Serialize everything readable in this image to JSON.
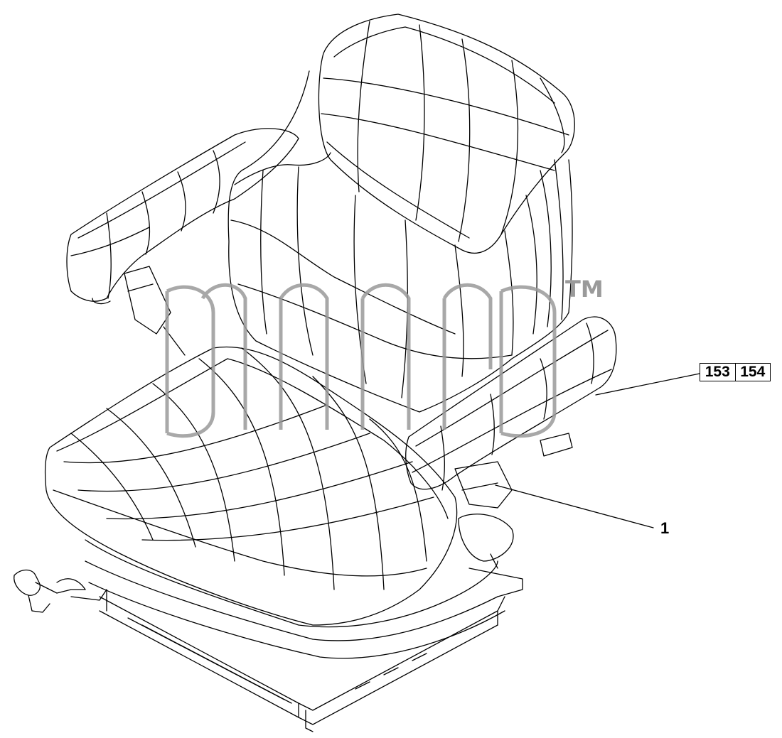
{
  "callouts": {
    "ref_a": "153",
    "ref_b": "154",
    "part_1": "1"
  },
  "watermark": {
    "text": "ᗪᑎᖇ",
    "tm": "TM"
  },
  "colors": {
    "line": "#000000",
    "background": "#ffffff",
    "watermark": "#9a9a9a"
  }
}
